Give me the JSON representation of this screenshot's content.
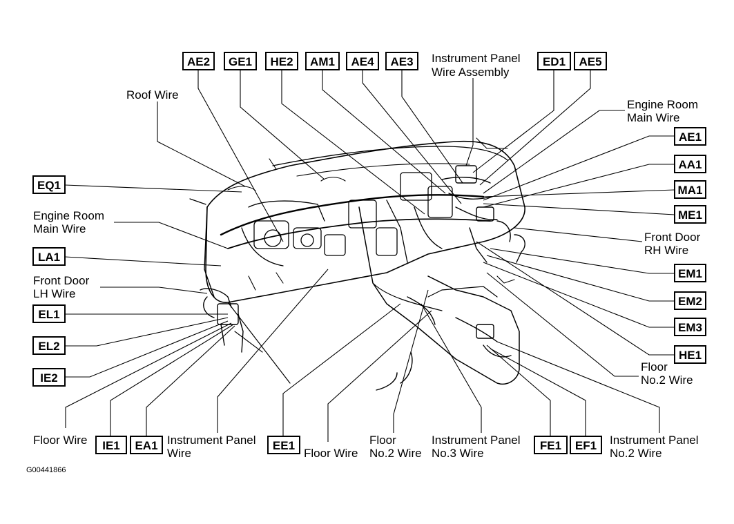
{
  "figure_code": "G00441866",
  "connectors": {
    "AE2": "AE2",
    "GE1": "GE1",
    "HE2": "HE2",
    "AM1": "AM1",
    "AE4": "AE4",
    "AE3": "AE3",
    "ED1": "ED1",
    "AE5": "AE5",
    "AE1": "AE1",
    "AA1": "AA1",
    "MA1": "MA1",
    "ME1": "ME1",
    "EM1": "EM1",
    "EM2": "EM2",
    "EM3": "EM3",
    "HE1": "HE1",
    "EQ1": "EQ1",
    "LA1": "LA1",
    "EL1": "EL1",
    "EL2": "EL2",
    "IE2": "IE2",
    "IE1": "IE1",
    "EA1": "EA1",
    "EE1": "EE1",
    "FE1": "FE1",
    "EF1": "EF1"
  },
  "labels": {
    "ip_wire_assembly": [
      "Instrument Panel",
      "Wire Assembly"
    ],
    "roof_wire": [
      "Roof Wire"
    ],
    "engine_room_main_right": [
      "Engine Room",
      "Main Wire"
    ],
    "engine_room_main_left": [
      "Engine Room",
      "Main Wire"
    ],
    "front_door_rh": [
      "Front Door",
      "RH Wire"
    ],
    "front_door_lh": [
      "Front Door",
      "LH Wire"
    ],
    "floor_no2_right": [
      "Floor",
      "No.2 Wire"
    ],
    "floor_wire_left": [
      "Floor Wire"
    ],
    "ip_wire_bottom": [
      "Instrument Panel",
      "Wire"
    ],
    "floor_wire_bottom": [
      "Floor Wire"
    ],
    "floor_no2_bottom": [
      "Floor",
      "No.2 Wire"
    ],
    "ip_no3_wire": [
      "Instrument Panel",
      "No.3 Wire"
    ],
    "ip_no2_wire": [
      "Instrument Panel",
      "No.2 Wire"
    ]
  }
}
